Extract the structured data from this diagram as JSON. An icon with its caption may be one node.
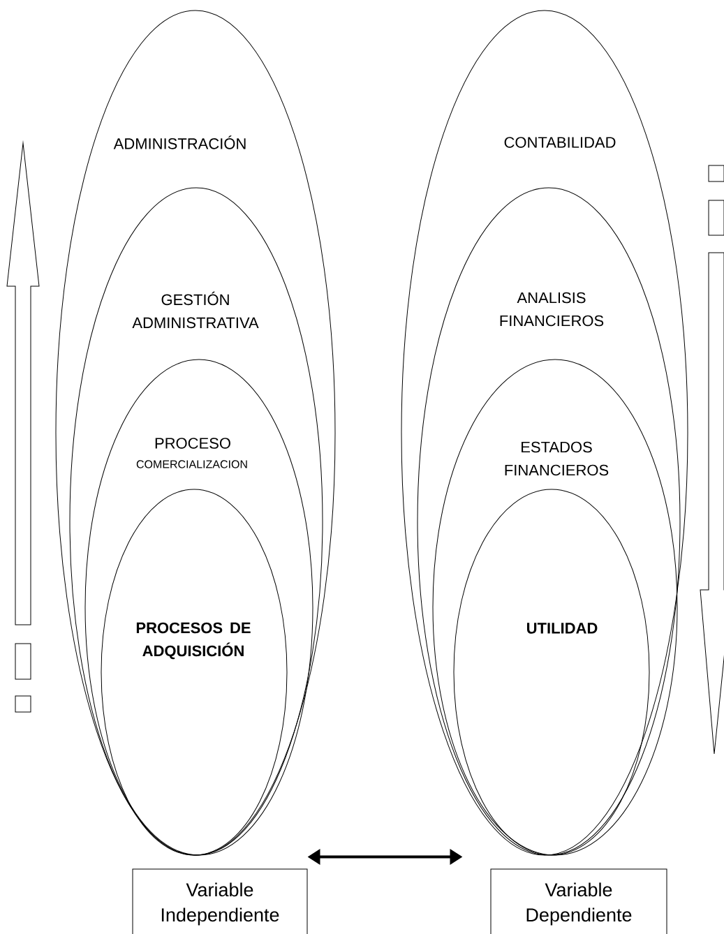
{
  "diagram": {
    "nodes": [
      {
        "text": [
          "ADMINISTRACIÓN"
        ]
      },
      {
        "text": [
          "GESTIÓN ADMINISTRATIVA"
        ],
        "in": 0
      },
      {
        "text": [
          "PROCESO",
          "COMERCIALIZACION"
        ],
        "in": 1
      },
      {
        "text": [
          "PROCESOS DE ADQUISICIÓN"
        ],
        "in": 2
      },
      {
        "text": [
          "CONTABILIDAD"
        ]
      },
      {
        "text": [
          "ANALISIS FINANCIEROS"
        ],
        "in": 4
      },
      {
        "text": [
          "ESTADOS FINANCIEROS"
        ],
        "in": 5
      },
      {
        "text": [
          "UTILIDAD"
        ],
        "in": 6
      },
      {
        "text": [
          "Variable Independiente"
        ]
      },
      {
        "text": [
          "Variable Dependiente"
        ]
      }
    ],
    "edges": [
      {
        "from": 8,
        "to": 9,
        "arrow": "both"
      }
    ]
  }
}
